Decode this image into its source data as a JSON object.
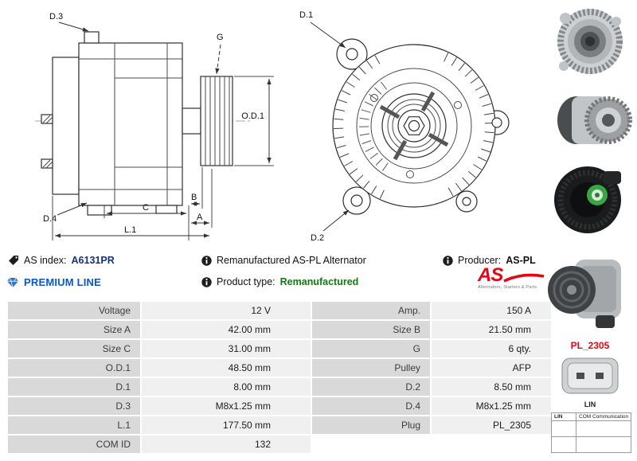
{
  "identity": {
    "as_index_label": "AS index:",
    "as_index_value": "A6131PR",
    "description": "Remanufactured AS-PL Alternator",
    "producer_label": "Producer:",
    "producer_value": "AS-PL",
    "line_label": "PREMIUM LINE",
    "product_type_label": "Product type:",
    "product_type_value": "Remanufactured"
  },
  "brand": {
    "logo_text": "AS",
    "tagline": "Alternators, Starters & Parts"
  },
  "drawing": {
    "side": {
      "d3": "D.3",
      "g": "G",
      "od1": "O.D.1",
      "d4": "D.4",
      "c": "C",
      "b": "B",
      "a": "A",
      "l1": "L.1"
    },
    "front": {
      "d1": "D.1",
      "d2": "D.2"
    }
  },
  "right_panel": {
    "plug_code": "PL_2305",
    "connector_label": "LIN",
    "comm_protocol": "LIN",
    "comm_description": "COM Communication"
  },
  "colors": {
    "brand_red": "#e30613",
    "premium_blue": "#0a58ca",
    "reman_green": "#107c10",
    "index_navy": "#16317d",
    "table_label_bg": "#d9d9d9",
    "table_value_bg": "#f0f0f0"
  },
  "spec_table": {
    "rows": [
      {
        "l1": "Voltage",
        "v1": "12 V",
        "l2": "Amp.",
        "v2": "150 A"
      },
      {
        "l1": "Size A",
        "v1": "42.00 mm",
        "l2": "Size B",
        "v2": "21.50 mm"
      },
      {
        "l1": "Size C",
        "v1": "31.00 mm",
        "l2": "G",
        "v2": "6 qty."
      },
      {
        "l1": "O.D.1",
        "v1": "48.50 mm",
        "l2": "Pulley",
        "v2": "AFP"
      },
      {
        "l1": "D.1",
        "v1": "8.00 mm",
        "l2": "D.2",
        "v2": "8.50 mm"
      },
      {
        "l1": "D.3",
        "v1": "M8x1.25 mm",
        "l2": "D.4",
        "v2": "M8x1.25 mm"
      },
      {
        "l1": "L.1",
        "v1": "177.50 mm",
        "l2": "Plug",
        "v2": "PL_2305"
      },
      {
        "l1": "COM ID",
        "v1": "132",
        "l2": "",
        "v2": ""
      }
    ]
  }
}
